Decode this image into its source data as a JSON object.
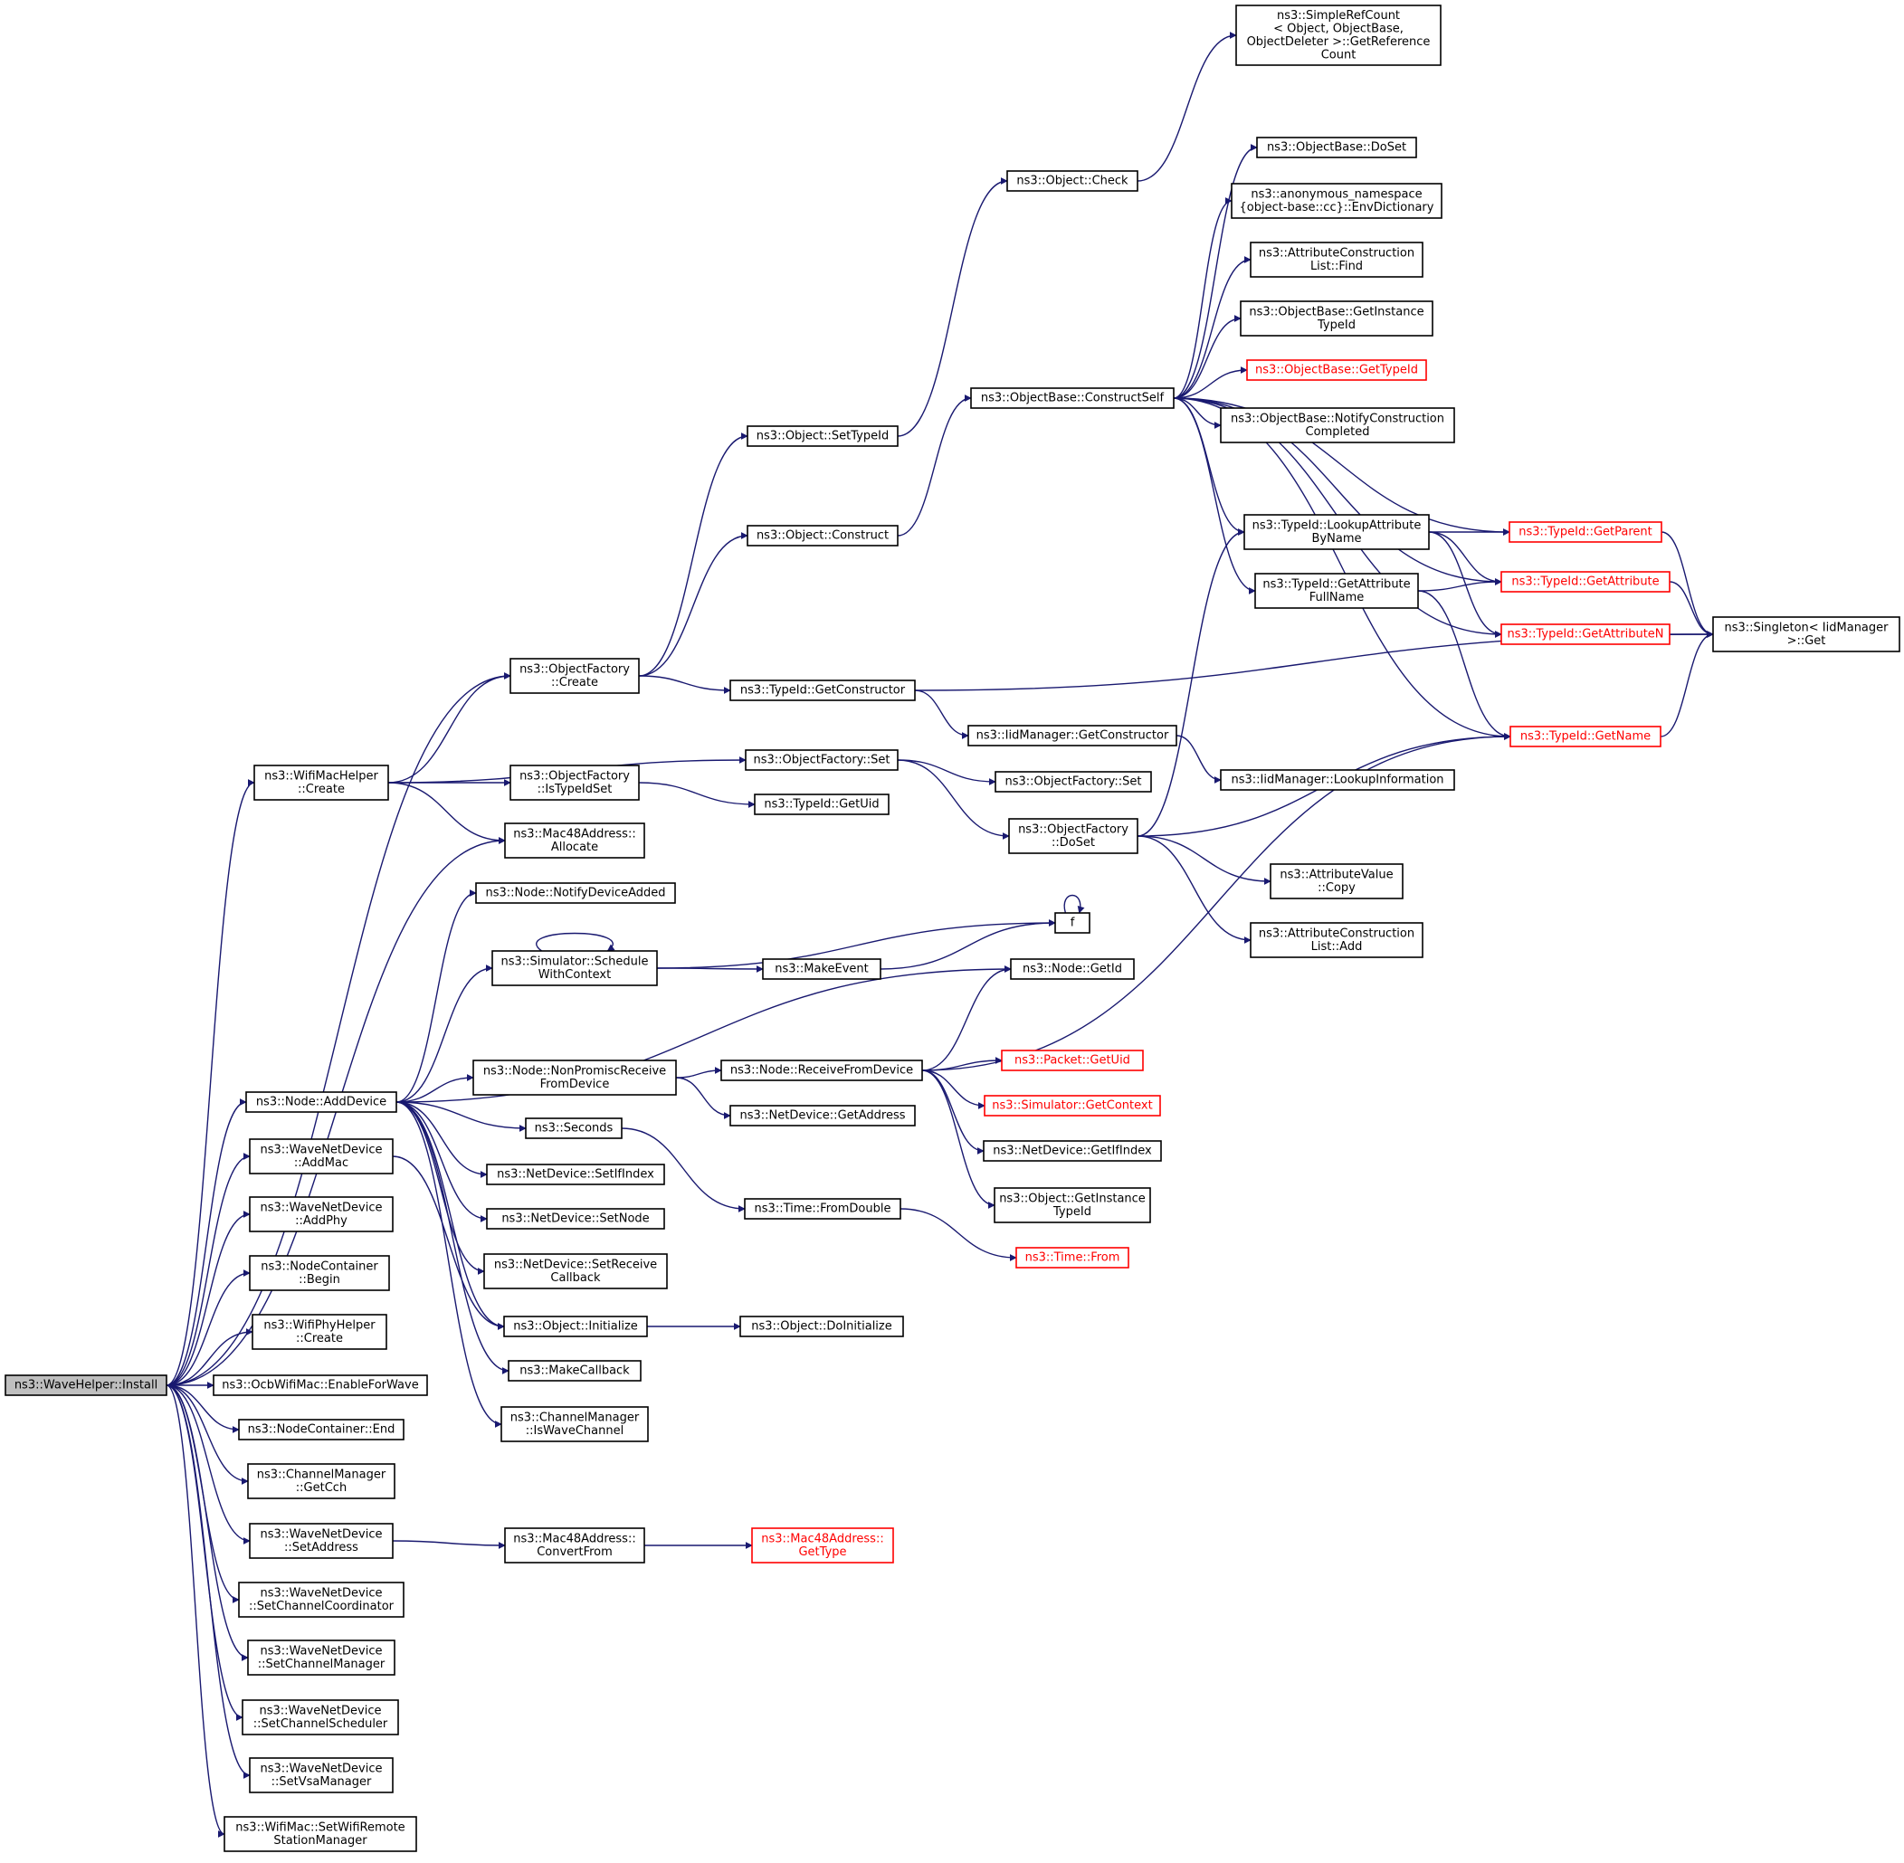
{
  "colors": {
    "edge": "#191970",
    "root_fill": "#bfbfbf",
    "truncated_border": "#ff0000"
  },
  "nodes": [
    {
      "id": "install",
      "lines": [
        "ns3::WaveHelper::Install"
      ],
      "root": true
    },
    {
      "id": "wifimachelper_create",
      "lines": [
        "ns3::WifiMacHelper",
        "::Create"
      ]
    },
    {
      "id": "node_adddevice",
      "lines": [
        "ns3::Node::AddDevice"
      ]
    },
    {
      "id": "wnd_addmac",
      "lines": [
        "ns3::WaveNetDevice",
        "::AddMac"
      ]
    },
    {
      "id": "wnd_addphy",
      "lines": [
        "ns3::WaveNetDevice",
        "::AddPhy"
      ]
    },
    {
      "id": "nc_begin",
      "lines": [
        "ns3::NodeContainer",
        "::Begin"
      ]
    },
    {
      "id": "wifiphyhelper_create",
      "lines": [
        "ns3::WifiPhyHelper",
        "::Create"
      ]
    },
    {
      "id": "ocb_enable",
      "lines": [
        "ns3::OcbWifiMac::EnableForWave"
      ]
    },
    {
      "id": "nc_end",
      "lines": [
        "ns3::NodeContainer::End"
      ]
    },
    {
      "id": "cm_getcch",
      "lines": [
        "ns3::ChannelManager",
        "::GetCch"
      ]
    },
    {
      "id": "wnd_setaddress",
      "lines": [
        "ns3::WaveNetDevice",
        "::SetAddress"
      ]
    },
    {
      "id": "wnd_setcc",
      "lines": [
        "ns3::WaveNetDevice",
        "::SetChannelCoordinator"
      ]
    },
    {
      "id": "wnd_setcm",
      "lines": [
        "ns3::WaveNetDevice",
        "::SetChannelManager"
      ]
    },
    {
      "id": "wnd_setcs",
      "lines": [
        "ns3::WaveNetDevice",
        "::SetChannelScheduler"
      ]
    },
    {
      "id": "wnd_setvsa",
      "lines": [
        "ns3::WaveNetDevice",
        "::SetVsaManager"
      ]
    },
    {
      "id": "wifimac_setrsm",
      "lines": [
        "ns3::WifiMac::SetWifiRemote",
        "StationManager"
      ]
    },
    {
      "id": "of_create",
      "lines": [
        "ns3::ObjectFactory",
        "::Create"
      ]
    },
    {
      "id": "of_istypeidset",
      "lines": [
        "ns3::ObjectFactory",
        "::IsTypeIdSet"
      ]
    },
    {
      "id": "mac48_allocate",
      "lines": [
        "ns3::Mac48Address::",
        "Allocate"
      ]
    },
    {
      "id": "node_notify",
      "lines": [
        "ns3::Node::NotifyDeviceAdded"
      ]
    },
    {
      "id": "sim_schedwc",
      "lines": [
        "ns3::Simulator::Schedule",
        "WithContext"
      ]
    },
    {
      "id": "node_nonpromisc",
      "lines": [
        "ns3::Node::NonPromiscReceive",
        "FromDevice"
      ]
    },
    {
      "id": "seconds",
      "lines": [
        "ns3::Seconds"
      ]
    },
    {
      "id": "nd_setifindex",
      "lines": [
        "ns3::NetDevice::SetIfIndex"
      ]
    },
    {
      "id": "nd_setnode",
      "lines": [
        "ns3::NetDevice::SetNode"
      ]
    },
    {
      "id": "nd_setreceivecb",
      "lines": [
        "ns3::NetDevice::SetReceive",
        "Callback"
      ]
    },
    {
      "id": "obj_initialize",
      "lines": [
        "ns3::Object::Initialize"
      ]
    },
    {
      "id": "makecallback",
      "lines": [
        "ns3::MakeCallback"
      ]
    },
    {
      "id": "cm_iswavechannel",
      "lines": [
        "ns3::ChannelManager",
        "::IsWaveChannel"
      ]
    },
    {
      "id": "mac48_convertfrom",
      "lines": [
        "ns3::Mac48Address::",
        "ConvertFrom"
      ]
    },
    {
      "id": "obj_settypeid",
      "lines": [
        "ns3::Object::SetTypeId"
      ]
    },
    {
      "id": "obj_construct",
      "lines": [
        "ns3::Object::Construct"
      ]
    },
    {
      "id": "typeid_getconstructor",
      "lines": [
        "ns3::TypeId::GetConstructor"
      ]
    },
    {
      "id": "of_set",
      "lines": [
        "ns3::ObjectFactory::Set"
      ]
    },
    {
      "id": "typeid_getuid",
      "lines": [
        "ns3::TypeId::GetUid"
      ]
    },
    {
      "id": "makeevent",
      "lines": [
        "ns3::MakeEvent"
      ]
    },
    {
      "id": "node_receivefromdevice",
      "lines": [
        "ns3::Node::ReceiveFromDevice"
      ]
    },
    {
      "id": "nd_getaddress",
      "lines": [
        "ns3::NetDevice::GetAddress"
      ]
    },
    {
      "id": "time_fromdouble",
      "lines": [
        "ns3::Time::FromDouble"
      ]
    },
    {
      "id": "obj_doinitialize",
      "lines": [
        "ns3::Object::DoInitialize"
      ]
    },
    {
      "id": "mac48_gettype",
      "lines": [
        "ns3::Mac48Address::",
        "GetType"
      ],
      "truncated": true
    },
    {
      "id": "obj_check",
      "lines": [
        "ns3::Object::Check"
      ]
    },
    {
      "id": "ob_constructself",
      "lines": [
        "ns3::ObjectBase::ConstructSelf"
      ]
    },
    {
      "id": "iid_getconstructor",
      "lines": [
        "ns3::IidManager::GetConstructor"
      ]
    },
    {
      "id": "of_set2",
      "lines": [
        "ns3::ObjectFactory::Set"
      ]
    },
    {
      "id": "of_doset",
      "lines": [
        "ns3::ObjectFactory",
        "::DoSet"
      ]
    },
    {
      "id": "f",
      "lines": [
        "f"
      ]
    },
    {
      "id": "node_getid",
      "lines": [
        "ns3::Node::GetId"
      ]
    },
    {
      "id": "packet_getuid",
      "lines": [
        "ns3::Packet::GetUid"
      ],
      "truncated": true
    },
    {
      "id": "sim_getcontext",
      "lines": [
        "ns3::Simulator::GetContext"
      ],
      "truncated": true
    },
    {
      "id": "nd_getifindex",
      "lines": [
        "ns3::NetDevice::GetIfIndex"
      ]
    },
    {
      "id": "obj_getinstancetypeid",
      "lines": [
        "ns3::Object::GetInstance",
        "TypeId"
      ]
    },
    {
      "id": "time_from",
      "lines": [
        "ns3::Time::From"
      ],
      "truncated": true
    },
    {
      "id": "simplerefcount",
      "lines": [
        "ns3::SimpleRefCount",
        "< Object, ObjectBase,",
        "ObjectDeleter >::GetReference",
        "Count"
      ]
    },
    {
      "id": "ob_doset",
      "lines": [
        "ns3::ObjectBase::DoSet"
      ]
    },
    {
      "id": "anon_envdict",
      "lines": [
        "ns3::anonymous_namespace",
        "{object-base::cc}::EnvDictionary"
      ]
    },
    {
      "id": "acl_find",
      "lines": [
        "ns3::AttributeConstruction",
        "List::Find"
      ]
    },
    {
      "id": "ob_getinstancetypeid",
      "lines": [
        "ns3::ObjectBase::GetInstance",
        "TypeId"
      ]
    },
    {
      "id": "ob_gettypeid",
      "lines": [
        "ns3::ObjectBase::GetTypeId"
      ],
      "truncated": true
    },
    {
      "id": "ob_notifycc",
      "lines": [
        "ns3::ObjectBase::NotifyConstruction",
        "Completed"
      ]
    },
    {
      "id": "typeid_lookupattr",
      "lines": [
        "ns3::TypeId::LookupAttribute",
        "ByName"
      ]
    },
    {
      "id": "typeid_getattrfullname",
      "lines": [
        "ns3::TypeId::GetAttribute",
        "FullName"
      ]
    },
    {
      "id": "iid_lookupinfo",
      "lines": [
        "ns3::IidManager::LookupInformation"
      ]
    },
    {
      "id": "av_copy",
      "lines": [
        "ns3::AttributeValue",
        "::Copy"
      ]
    },
    {
      "id": "acl_add",
      "lines": [
        "ns3::AttributeConstruction",
        "List::Add"
      ]
    },
    {
      "id": "typeid_getparent",
      "lines": [
        "ns3::TypeId::GetParent"
      ],
      "truncated": true
    },
    {
      "id": "typeid_getattribute",
      "lines": [
        "ns3::TypeId::GetAttribute"
      ],
      "truncated": true
    },
    {
      "id": "typeid_getattributen",
      "lines": [
        "ns3::TypeId::GetAttributeN"
      ],
      "truncated": true
    },
    {
      "id": "typeid_getname",
      "lines": [
        "ns3::TypeId::GetName"
      ],
      "truncated": true
    },
    {
      "id": "singleton_get",
      "lines": [
        "ns3::Singleton< IidManager",
        ">::Get"
      ]
    }
  ],
  "edges": [
    [
      "install",
      "of_create"
    ],
    [
      "install",
      "wifimachelper_create"
    ],
    [
      "install",
      "mac48_allocate"
    ],
    [
      "install",
      "node_adddevice"
    ],
    [
      "install",
      "wnd_addmac"
    ],
    [
      "install",
      "wnd_addphy"
    ],
    [
      "install",
      "nc_begin"
    ],
    [
      "install",
      "wifiphyhelper_create"
    ],
    [
      "install",
      "ocb_enable"
    ],
    [
      "install",
      "nc_end"
    ],
    [
      "install",
      "cm_getcch"
    ],
    [
      "install",
      "wnd_setaddress"
    ],
    [
      "install",
      "wnd_setcc"
    ],
    [
      "install",
      "wnd_setcm"
    ],
    [
      "install",
      "wnd_setcs"
    ],
    [
      "install",
      "wnd_setvsa"
    ],
    [
      "install",
      "wifimac_setrsm"
    ],
    [
      "wifimachelper_create",
      "of_create"
    ],
    [
      "wifimachelper_create",
      "of_set"
    ],
    [
      "wifimachelper_create",
      "of_istypeidset"
    ],
    [
      "wifimachelper_create",
      "mac48_allocate"
    ],
    [
      "node_adddevice",
      "node_notify"
    ],
    [
      "node_adddevice",
      "sim_schedwc"
    ],
    [
      "node_adddevice",
      "node_getid"
    ],
    [
      "node_adddevice",
      "node_nonpromisc"
    ],
    [
      "node_adddevice",
      "seconds"
    ],
    [
      "node_adddevice",
      "nd_setifindex"
    ],
    [
      "node_adddevice",
      "nd_setnode"
    ],
    [
      "node_adddevice",
      "nd_setreceivecb"
    ],
    [
      "node_adddevice",
      "obj_initialize"
    ],
    [
      "node_adddevice",
      "makecallback"
    ],
    [
      "node_adddevice",
      "cm_iswavechannel"
    ],
    [
      "wnd_addmac",
      "obj_initialize"
    ],
    [
      "wnd_setaddress",
      "mac48_convertfrom"
    ],
    [
      "mac48_convertfrom",
      "mac48_gettype"
    ],
    [
      "of_create",
      "obj_settypeid"
    ],
    [
      "of_create",
      "obj_construct"
    ],
    [
      "of_create",
      "typeid_getconstructor"
    ],
    [
      "of_istypeidset",
      "typeid_getuid"
    ],
    [
      "obj_settypeid",
      "obj_check"
    ],
    [
      "obj_check",
      "simplerefcount"
    ],
    [
      "obj_construct",
      "ob_constructself"
    ],
    [
      "typeid_getconstructor",
      "iid_getconstructor"
    ],
    [
      "typeid_getconstructor",
      "singleton_get"
    ],
    [
      "iid_getconstructor",
      "iid_lookupinfo"
    ],
    [
      "of_set",
      "of_set2"
    ],
    [
      "of_set",
      "of_doset"
    ],
    [
      "of_doset",
      "typeid_lookupattr"
    ],
    [
      "of_doset",
      "typeid_getname"
    ],
    [
      "of_doset",
      "av_copy"
    ],
    [
      "of_doset",
      "acl_add"
    ],
    [
      "sim_schedwc",
      "sim_schedwc"
    ],
    [
      "sim_schedwc",
      "f"
    ],
    [
      "sim_schedwc",
      "makeevent"
    ],
    [
      "makeevent",
      "f"
    ],
    [
      "f",
      "f"
    ],
    [
      "node_nonpromisc",
      "node_receivefromdevice"
    ],
    [
      "node_nonpromisc",
      "nd_getaddress"
    ],
    [
      "node_receivefromdevice",
      "node_getid"
    ],
    [
      "node_receivefromdevice",
      "packet_getuid"
    ],
    [
      "node_receivefromdevice",
      "sim_getcontext"
    ],
    [
      "node_receivefromdevice",
      "nd_getifindex"
    ],
    [
      "node_receivefromdevice",
      "obj_getinstancetypeid"
    ],
    [
      "node_receivefromdevice",
      "typeid_getname"
    ],
    [
      "seconds",
      "time_fromdouble"
    ],
    [
      "time_fromdouble",
      "time_from"
    ],
    [
      "obj_initialize",
      "obj_doinitialize"
    ],
    [
      "ob_constructself",
      "ob_doset"
    ],
    [
      "ob_constructself",
      "anon_envdict"
    ],
    [
      "ob_constructself",
      "acl_find"
    ],
    [
      "ob_constructself",
      "ob_getinstancetypeid"
    ],
    [
      "ob_constructself",
      "ob_gettypeid"
    ],
    [
      "ob_constructself",
      "ob_notifycc"
    ],
    [
      "ob_constructself",
      "typeid_lookupattr"
    ],
    [
      "ob_constructself",
      "typeid_getattrfullname"
    ],
    [
      "ob_constructself",
      "typeid_getparent"
    ],
    [
      "ob_constructself",
      "typeid_getattribute"
    ],
    [
      "ob_constructself",
      "typeid_getattributen"
    ],
    [
      "ob_constructself",
      "typeid_getname"
    ],
    [
      "typeid_lookupattr",
      "typeid_getparent"
    ],
    [
      "typeid_lookupattr",
      "typeid_getattribute"
    ],
    [
      "typeid_lookupattr",
      "typeid_getattributen"
    ],
    [
      "typeid_getattrfullname",
      "typeid_getattribute"
    ],
    [
      "typeid_getattrfullname",
      "typeid_getname"
    ],
    [
      "typeid_getparent",
      "singleton_get"
    ],
    [
      "typeid_getattribute",
      "singleton_get"
    ],
    [
      "typeid_getattributen",
      "singleton_get"
    ],
    [
      "typeid_getname",
      "singleton_get"
    ]
  ]
}
